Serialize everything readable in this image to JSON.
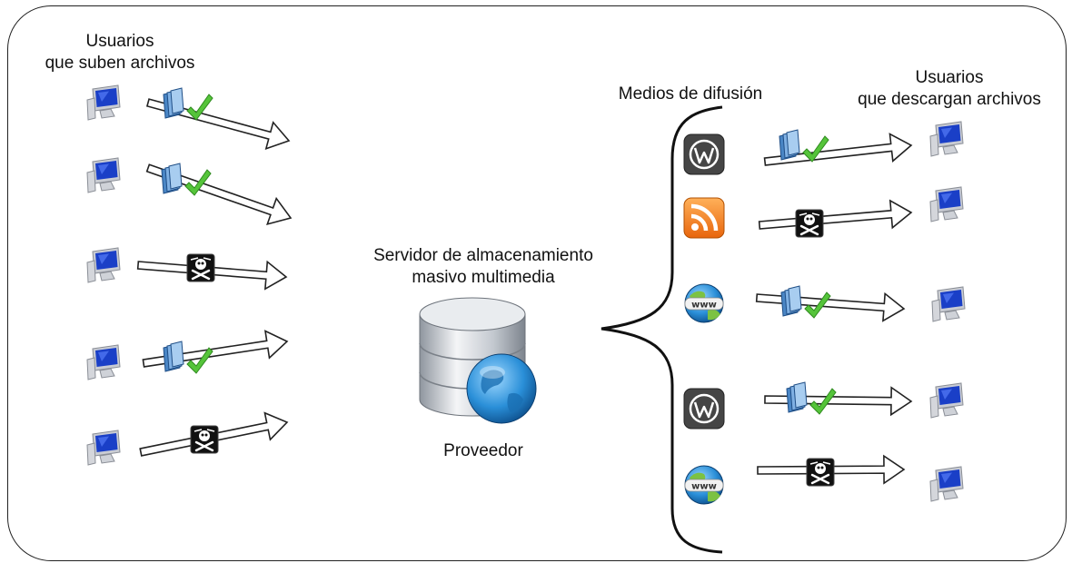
{
  "labels": {
    "uploaders_line1": "Usuarios",
    "uploaders_line2": "que suben archivos",
    "media_title": "Medios de difusión",
    "downloaders_line1": "Usuarios",
    "downloaders_line2": "que descargan archivos",
    "server_line1": "Servidor de almacenamiento",
    "server_line2": "masivo multimedia",
    "provider": "Proveedor"
  },
  "legend_meaning": {
    "file_ok": "file-with-checkmark-icon",
    "pirate": "pirate-icon"
  },
  "uploads": [
    {
      "content": "file_ok"
    },
    {
      "content": "file_ok"
    },
    {
      "content": "pirate"
    },
    {
      "content": "file_ok"
    },
    {
      "content": "pirate"
    }
  ],
  "distribution": [
    {
      "medium": "wordpress-icon",
      "content": "file_ok"
    },
    {
      "medium": "rss-icon",
      "content": "pirate"
    },
    {
      "medium": "www-globe-icon",
      "content": "file_ok"
    },
    {
      "medium": "wordpress-icon",
      "content": "file_ok"
    },
    {
      "medium": "www-globe-icon",
      "content": "pirate"
    }
  ],
  "colors": {
    "monitor_screen": "#1a3fc7",
    "monitor_body": "#c9ccd3",
    "check": "#55c43a",
    "file_book": "#4a86c5",
    "rss": "#f07b1a",
    "wordpress_bg": "#454545",
    "globe": "#3a9be0",
    "land": "#7cc242"
  }
}
